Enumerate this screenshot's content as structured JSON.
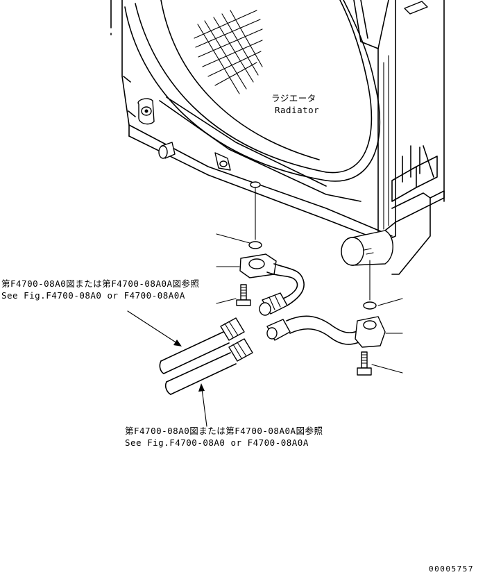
{
  "radiator": {
    "name_jp": "ラジエータ",
    "name_en": "Radiator"
  },
  "ref_top": {
    "jp": "第F4700-08A0図または第F4700-08A0A図参照",
    "en": "See Fig.F4700-08A0 or F4700-08A0A"
  },
  "ref_bottom": {
    "jp": "第F4700-08A0図または第F4700-08A0A図参照",
    "en": "See Fig.F4700-08A0 or F4700-08A0A"
  },
  "drawing_number": "00005757"
}
